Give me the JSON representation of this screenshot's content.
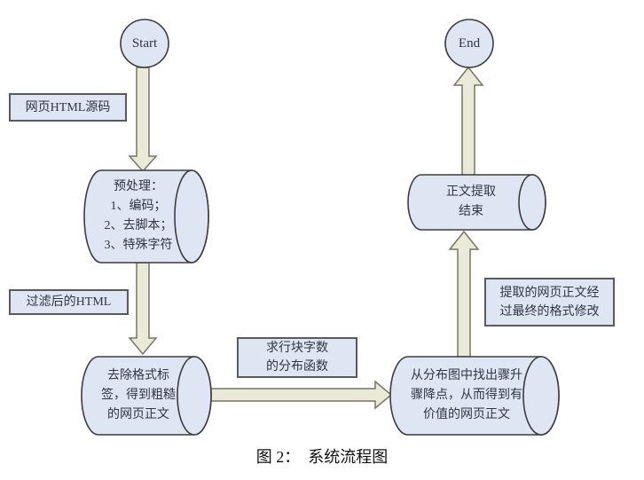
{
  "diagram": {
    "caption": "图 2：  系统流程图",
    "nodes": {
      "start": {
        "label": "Start"
      },
      "end": {
        "label": "End"
      },
      "preprocess": {
        "text": "预处理：\n1、编码；\n2、去脚本；\n3、特殊字符"
      },
      "remove_tags": {
        "text": "去除格式标\n签，得到粗糙\n的网页正文"
      },
      "find_points": {
        "text": "从分布图中找出骤升\n骤降点，从而得到有\n价值的网页正文"
      },
      "extract_done": {
        "text": "正文提取\n结束"
      }
    },
    "labels": {
      "html_source": "网页HTML源码",
      "filtered_html": "过滤后的HTML",
      "distribution": "求行块字数\n的分布函数",
      "format_fix": "提取的网页正文经\n过最终的格式修改"
    },
    "colors": {
      "node_fill": "#dee5f3",
      "node_stroke": "#3d3d3d",
      "arrow_fill": "#e9ead8",
      "arrow_stroke": "#77775f",
      "box_stroke": "#5a5a5a"
    }
  }
}
